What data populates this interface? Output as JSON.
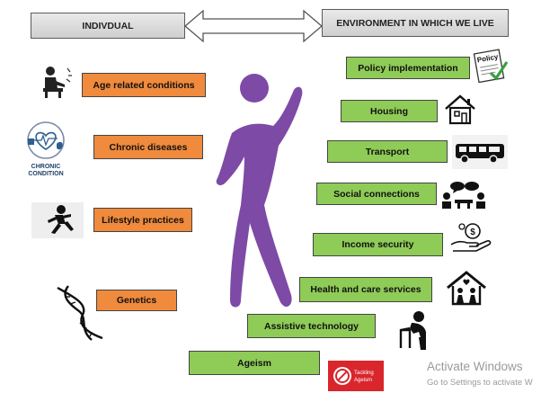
{
  "header": {
    "left": "INDIVDUAL",
    "right": "ENVIRONMENT IN WHICH WE LIVE"
  },
  "individual": [
    {
      "label": "Age related conditions",
      "icon": "elderly-person-icon"
    },
    {
      "label": "Chronic diseases",
      "icon": "chronic-condition-icon",
      "icon_text": [
        "CHRONIC",
        "CONDITION"
      ]
    },
    {
      "label": "Lifestyle practices",
      "icon": "running-person-icon"
    },
    {
      "label": "Genetics",
      "icon": "dna-icon"
    }
  ],
  "environment": [
    {
      "label": "Policy implementation",
      "icon": "policy-document-icon",
      "icon_text": "Policy"
    },
    {
      "label": "Housing",
      "icon": "house-icon"
    },
    {
      "label": "Transport",
      "icon": "bus-icon"
    },
    {
      "label": "Social connections",
      "icon": "people-talking-icon"
    },
    {
      "label": "Income security",
      "icon": "hand-money-icon"
    },
    {
      "label": "Health and care services",
      "icon": "house-care-icon"
    },
    {
      "label": "Assistive technology",
      "icon": "walker-person-icon"
    },
    {
      "label": "Ageism",
      "icon": "tackling-ageism-icon",
      "icon_text": [
        "Tackling",
        "Ageism"
      ]
    }
  ],
  "watermark": {
    "title": "Activate Windows",
    "subtitle": "Go to Settings to activate W"
  },
  "colors": {
    "individual": "#f08a3c",
    "environment": "#8fcb57",
    "figure": "#7d4aa6"
  }
}
